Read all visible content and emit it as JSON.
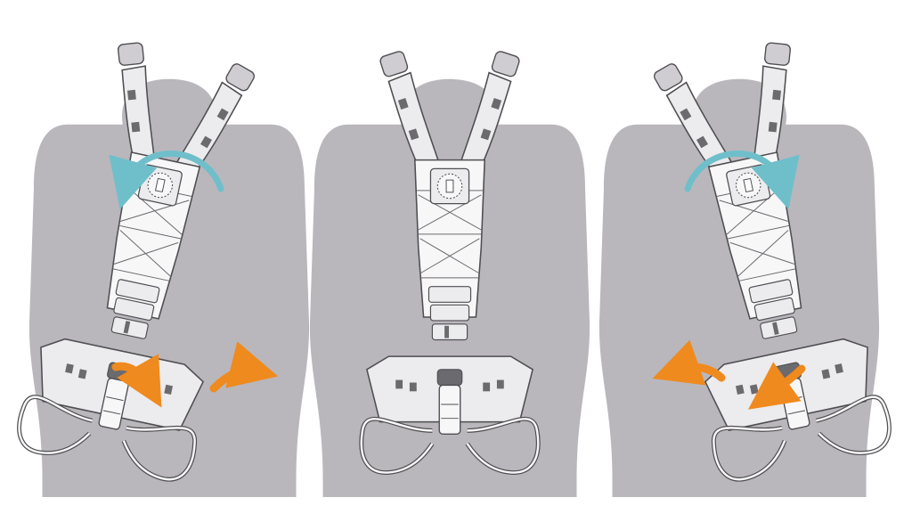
{
  "colors": {
    "background": "#ffffff",
    "body_silhouette": "#b9b7bc",
    "harness_fill": "#ecebed",
    "harness_light": "#f7f7f8",
    "harness_shade": "#cfcdd1",
    "harness_dark": "#6b6a6e",
    "outline": "#4f4e52",
    "twist_arrow": "#6fbfcb",
    "leg_arrow": "#ef8a1e"
  },
  "figures": [
    {
      "name": "left",
      "view": "harness-twisted-left",
      "twist": "ccw",
      "legs": "inward"
    },
    {
      "name": "center",
      "view": "harness-neutral",
      "twist": "none",
      "legs": "none"
    },
    {
      "name": "right",
      "view": "harness-twisted-right",
      "twist": "cw",
      "legs": "outward"
    }
  ],
  "icons": {
    "twist_arrow": "curved-arrow-icon",
    "leg_arrow": "curved-arrow-icon"
  }
}
